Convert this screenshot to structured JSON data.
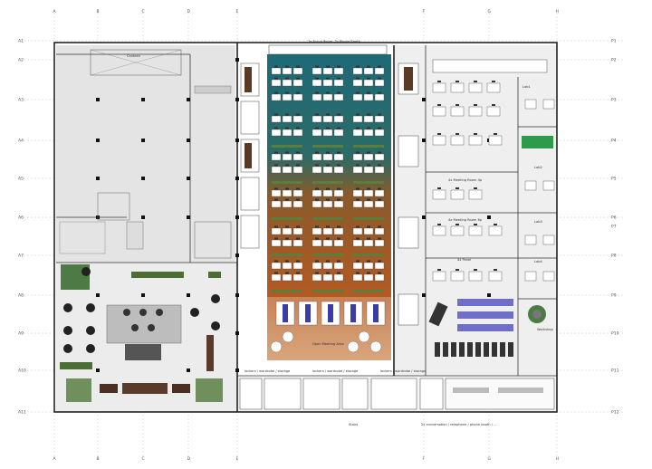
{
  "grid": {
    "columns": [
      "A",
      "B",
      "C",
      "D",
      "E",
      "F",
      "G",
      "H"
    ],
    "rows": [
      "A1",
      "A2",
      "A3",
      "A4",
      "A5",
      "A6",
      "A7",
      "A8",
      "A9",
      "A10",
      "A11"
    ],
    "rows_right": [
      "P1",
      "P2",
      "P3",
      "P4",
      "P5",
      "P6",
      "P7",
      "P8",
      "P9",
      "P10",
      "P11",
      "P12"
    ]
  },
  "labels": {
    "focus_rooms": "7x Focus Room, 2x Phone Booth",
    "canteen": "Canteen",
    "meeting_area": "Open Meeting Area",
    "lockers_left": "lockers / wardrobe / storage",
    "lockers_mid": "lockers / wardrobe / storage",
    "lockers_right": "lockers / wardrobe / storage",
    "meeting_room_a": "4x Meeting Room 4p",
    "meeting_room_b": "4x Meeting Room 6p",
    "lab_1": "Lab1",
    "lab_2": "Lab2",
    "lab_3": "Lab3",
    "lab_4": "Lab4",
    "workshop": "Workshop",
    "stairs": "Stairs",
    "panel_note": "4x Panel",
    "note_bottom": "2x conversation / telephone / phone booth / ..."
  },
  "colors": {
    "teal_zone": "#1d6a78",
    "orange_zone": "#b35a23",
    "light_orange": "#d69a6c",
    "green_rug": "#4d7a45",
    "purple_tables": "#6f6fc8",
    "floor_gray": "#e6e6e6"
  }
}
